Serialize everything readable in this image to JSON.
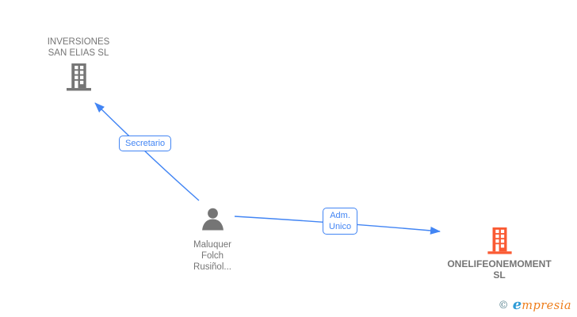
{
  "diagram": {
    "nodes": [
      {
        "id": "inversiones-san-elias",
        "type": "company",
        "label": "INVERSIONES SAN ELIAS SL",
        "label_lines": [
          "INVERSIONES",
          "SAN ELIAS SL"
        ],
        "icon": "building-icon",
        "icon_color": "#757575"
      },
      {
        "id": "maluquer-folch-rusinol",
        "type": "person",
        "label": "Maluquer Folch Rusiñol...",
        "label_lines": [
          "Maluquer",
          "Folch",
          "Rusiñol..."
        ],
        "icon": "person-icon",
        "icon_color": "#757575"
      },
      {
        "id": "onelifeonemoment",
        "type": "company",
        "label": "ONELIFEONEMOMENT SL",
        "label_lines": [
          "ONELIFEONEMOMENT",
          "SL"
        ],
        "icon": "building-icon",
        "icon_color": "#FA5A33"
      }
    ],
    "edges": [
      {
        "from": "maluquer-folch-rusinol",
        "to": "inversiones-san-elias",
        "label": "Secretario",
        "label_lines": [
          "Secretario"
        ]
      },
      {
        "from": "maluquer-folch-rusinol",
        "to": "onelifeonemoment",
        "label": "Adm. Unico",
        "label_lines": [
          "Adm.",
          "Unico"
        ]
      }
    ],
    "colors": {
      "edge_line": "#4285F4",
      "edge_label_text": "#4285F4",
      "edge_label_border": "#4285F4",
      "node_text": "#757575",
      "company_icon_gray": "#757575",
      "company_icon_orange": "#FA5A33",
      "background": "#ffffff"
    }
  },
  "footer": {
    "copyright": "©",
    "brand_first_letter": "e",
    "brand_rest": "mpresia"
  }
}
